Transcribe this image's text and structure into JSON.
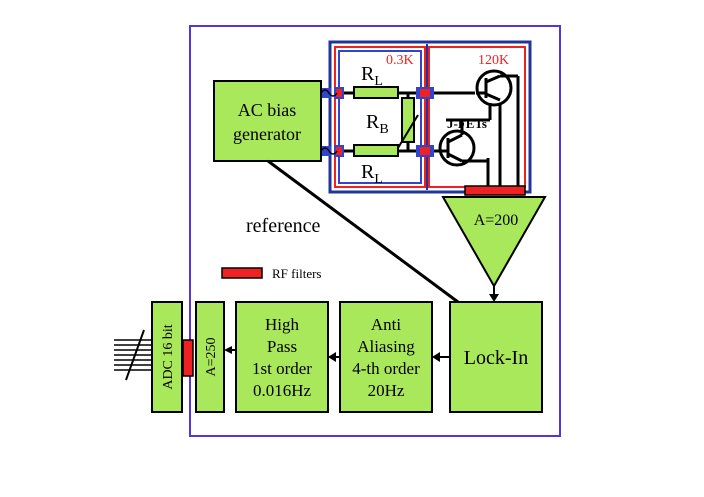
{
  "labels": {
    "ac_bias_line1": "AC bias",
    "ac_bias_line2": "generator",
    "rl_top": "R",
    "rl_top_sub": "L",
    "rl_bottom": "R",
    "rl_bottom_sub": "L",
    "rb": "R",
    "rb_sub": "B",
    "r_value": "0.3K",
    "fet_value": "120K",
    "jfets": "J-FETs",
    "amp_gain": "A=200",
    "reference": "reference",
    "rf_filters": "RF filters",
    "lockin": "Lock-In",
    "anti_line1": "Anti",
    "anti_line2": "Aliasing",
    "anti_line3": "4-th order",
    "anti_line4": "20Hz",
    "hp_line1": "High",
    "hp_line2": "Pass",
    "hp_line3": "1st order",
    "hp_line4": "0.016Hz",
    "gain250": "A=250",
    "adc": "ADC 16 bit"
  },
  "colors": {
    "block_fill": "#a8e85a",
    "frame_blue": "#5533dd",
    "shield_red": "#ee2222",
    "shield_navy": "#223399",
    "rf_filter": "#ee2222",
    "connector_blue": "#3344cc"
  }
}
